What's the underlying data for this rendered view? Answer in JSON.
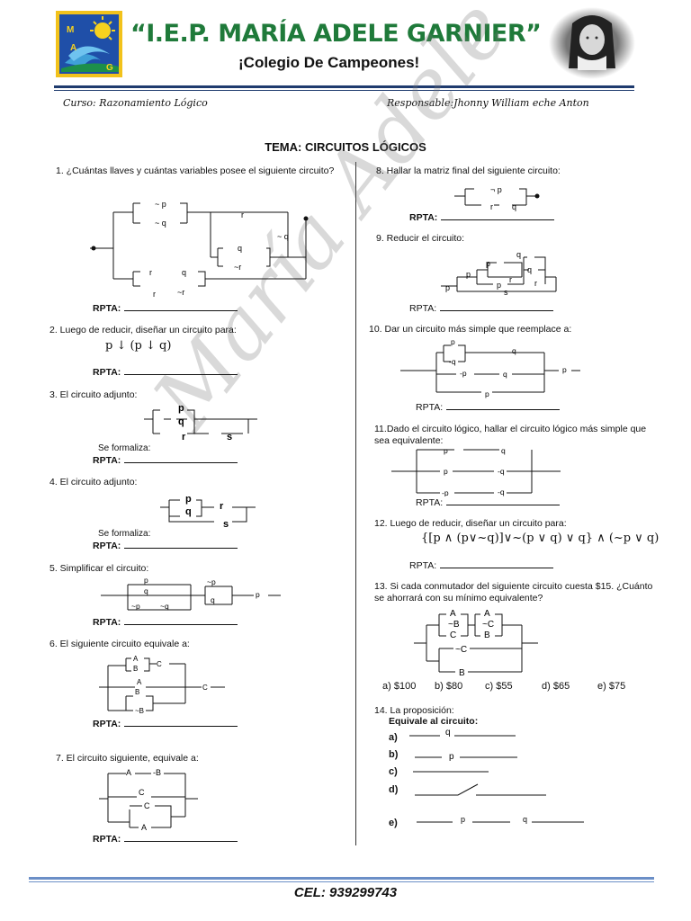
{
  "header": {
    "school_name": "“I.E.P. MARÍA ADELE GARNIER”",
    "motto": "¡Colegio De Campeones!",
    "logo_letters": [
      "M",
      "A",
      "G"
    ],
    "course": "Curso:  Razonamiento Lógico",
    "responsible": "Responsable:Jhonny  William eche Anton"
  },
  "title": "TEMA: CIRCUITOS LÓGICOS",
  "rpta_label": "RPTA:",
  "formaliza_label": "Se formaliza:",
  "questions": {
    "q1": "1.   ¿Cuántas llaves y cuántas variables posee el siguiente circuito?",
    "q2": "2.  Luego de reducir, diseñar un circuito para:",
    "q2_formula": "p ↓ (p ↓ q)",
    "q3": "3.  El circuito adjunto:",
    "q4": "4.  El circuito adjunto:",
    "q5": "5.  Simplificar el circuito:",
    "q6": "6.     El siguiente circuito equivale a:",
    "q7": "7.   El circuito siguiente, equivale a:",
    "q8": "8.   Hallar la matriz final del siguiente circuito:",
    "q9": "9.   Reducir el circuito:",
    "q10": "10.     Dar un circuito más simple que reemplace a:",
    "q11": "11.Dado el circuito lógico, hallar el circuito lógico más simple que sea equivalente:",
    "q12": "12. Luego de reducir, diseñar un circuito para:",
    "q12_formula": "{[p ∧ (p∨~q)]∨~(p ∨ q) ∨ q} ∧ (~p ∨ q)",
    "q13": "13. Si cada conmutador del siguiente circuito cuesta $15. ¿Cuánto se ahorrará con su mínimo equivalente?",
    "q13_options": [
      "a) $100",
      "b) $80",
      "c) $55",
      "d) $65",
      "e) $75"
    ],
    "q14": "14. La proposición:",
    "q14_sub": "Equivale al circuito:",
    "q14_letters": [
      "a)",
      "b)",
      "c)",
      "d)",
      "e)"
    ]
  },
  "circuit_labels": {
    "q1": [
      "~ p",
      "~ q",
      "r",
      "~ q",
      "q",
      "~r",
      "r",
      "q",
      "r",
      "~r"
    ],
    "q3": [
      "p",
      "q",
      "r",
      "s"
    ],
    "q4": [
      "p",
      "q",
      "r",
      "s"
    ],
    "q5": [
      "p",
      "q",
      "~p",
      "~q",
      "~p",
      "q",
      "p"
    ],
    "q6": [
      "A",
      "B",
      "C",
      "A",
      "B",
      "~B",
      "C"
    ],
    "q7": [
      "A",
      "-B",
      "C",
      "C",
      "A"
    ],
    "q8": [
      "¬ p",
      "r",
      "q"
    ],
    "q9": [
      "q",
      "p",
      "r",
      "p",
      "q",
      "p",
      "r",
      "s",
      "p"
    ],
    "q10": [
      "p",
      "-q",
      "q",
      "-p",
      "q",
      "p",
      "p"
    ],
    "q11": [
      "p",
      "q",
      "p",
      "-q",
      "-p",
      "-q"
    ],
    "q13": [
      "A",
      "~B",
      "C",
      "A",
      "~C",
      "B",
      "~C",
      "B"
    ],
    "q14": [
      "q",
      "p",
      "p",
      "q"
    ]
  },
  "watermark": "María Adele Garnier",
  "footer": "CEL: 939299743"
}
